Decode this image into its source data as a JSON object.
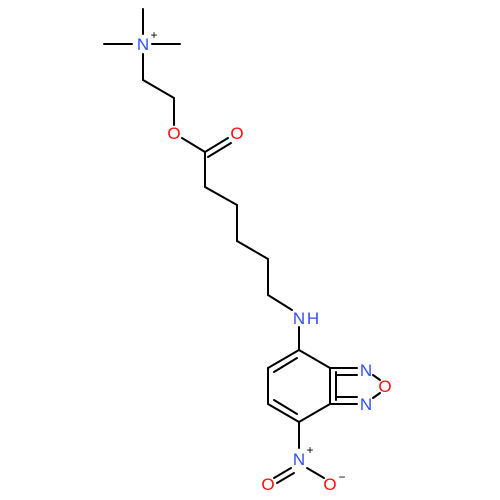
{
  "molecule": {
    "atoms": {
      "n_ammonium": "N",
      "n_charge": "+",
      "o_ester": "O",
      "o_carbonyl": "O",
      "n_amine": "N",
      "h_amine": "H",
      "n_ring_top": "N",
      "o_ring": "O",
      "n_ring_bottom": "N",
      "n_nitro": "N",
      "n_nitro_charge": "+",
      "o_nitro_left": "O",
      "o_nitro_right": "O",
      "o_nitro_charge": "−"
    },
    "colors": {
      "bond": "#000000",
      "carbon_label": "#000000",
      "nitrogen": "#3050F8",
      "oxygen": "#FF0D0D"
    }
  }
}
